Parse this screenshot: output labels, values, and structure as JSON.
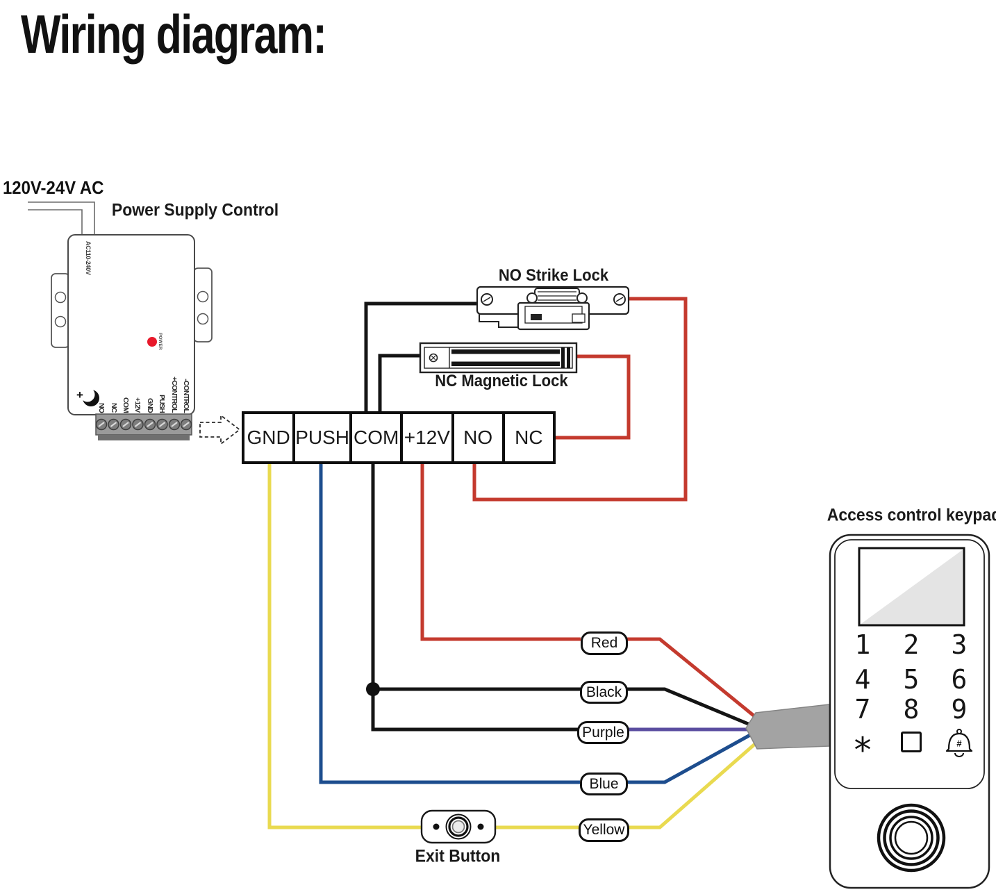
{
  "title": "Wiring diagram:",
  "power_supply": {
    "input_label": "120V-24V AC",
    "name": "Power Supply Control",
    "model": "AC110-240V",
    "led_label": "POWER",
    "led_color": "#e8192b",
    "polarity": "+",
    "terminals": [
      "NO",
      "NC",
      "COM",
      "+12V",
      "GND",
      "PUSH",
      "+CONTROL",
      "-CONTROL"
    ]
  },
  "locks": {
    "strike": "NO Strike Lock",
    "magnetic": "NC Magnetic Lock"
  },
  "terminal_block": {
    "cells": [
      "GND",
      "PUSH",
      "COM",
      "+12V",
      "NO",
      "NC"
    ]
  },
  "wires": [
    {
      "label": "Red",
      "color": "#c43a2e"
    },
    {
      "label": "Black",
      "color": "#141414"
    },
    {
      "label": "Purple",
      "color": "#5a4da0"
    },
    {
      "label": "Blue",
      "color": "#1d4d8e"
    },
    {
      "label": "Yellow",
      "color": "#e9da50"
    }
  ],
  "exit_button": {
    "label": "Exit Button"
  },
  "keypad": {
    "title": "Access control keypad",
    "digits": [
      "1",
      "2",
      "3",
      "4",
      "5",
      "6",
      "7",
      "8",
      "9"
    ],
    "star": "*",
    "hash": "#"
  }
}
